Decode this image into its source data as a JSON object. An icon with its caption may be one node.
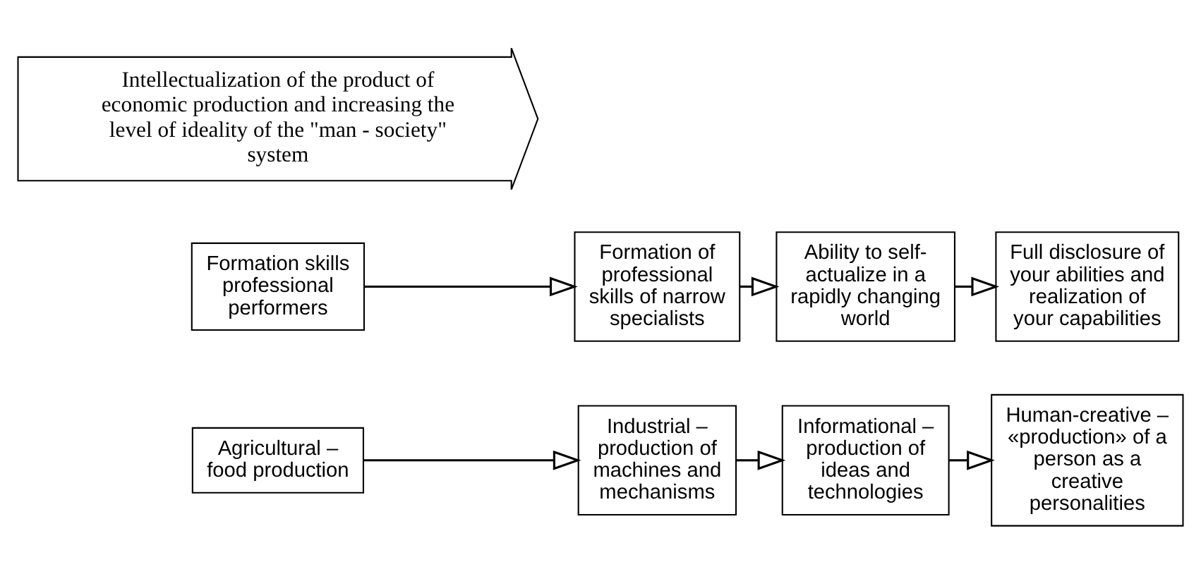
{
  "diagram": {
    "nodes": [
      {
        "text": [
          "Agricultural – food production"
        ]
      },
      {
        "text": [
          "Industrial – production of machines and mechanisms"
        ]
      },
      {
        "text": [
          "Informational – production of ideas and technologies"
        ]
      },
      {
        "text": [
          "Human-creative – «production» of a person as a creative personalities"
        ]
      },
      {
        "text": [
          "Formation skills professional performers"
        ]
      },
      {
        "text": [
          "Formation of professional skills of narrow specialists"
        ]
      },
      {
        "text": [
          "Ability to self-actualize in a rapidly changing world"
        ]
      },
      {
        "text": [
          "Full disclosure of your abilities and realization of your capabilities"
        ]
      },
      {
        "text": [
          "Intellectualization of the product of economic production and increasing the level of ideality of the \"man - society\" system"
        ]
      }
    ],
    "edges": [
      {
        "from": 0,
        "to": 1,
        "arrow": "to"
      },
      {
        "from": 1,
        "to": 2,
        "arrow": "to"
      },
      {
        "from": 2,
        "to": 3,
        "arrow": "to"
      },
      {
        "from": 4,
        "to": 5,
        "arrow": "to"
      },
      {
        "from": 5,
        "to": 6,
        "arrow": "to"
      },
      {
        "from": 6,
        "to": 7,
        "arrow": "to"
      }
    ]
  }
}
